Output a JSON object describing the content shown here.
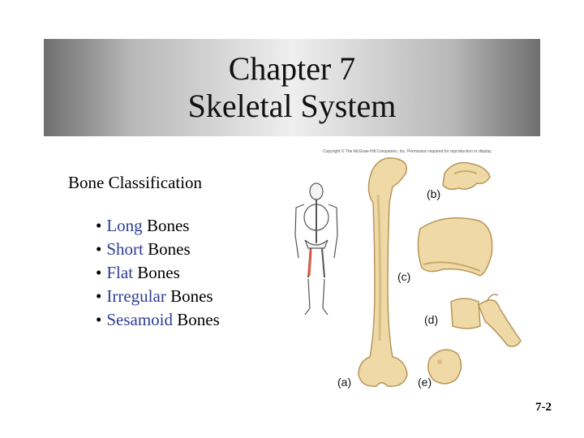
{
  "title": {
    "line1": "Chapter 7",
    "line2": "Skeletal System"
  },
  "section_heading": "Bone Classification",
  "bullet_char": "•",
  "classifications": [
    {
      "term": "Long",
      "suffix": " Bones"
    },
    {
      "term": "Short",
      "suffix": " Bones"
    },
    {
      "term": "Flat",
      "suffix": " Bones"
    },
    {
      "term": "Irregular",
      "suffix": " Bones"
    },
    {
      "term": "Sesamoid",
      "suffix": " Bones"
    }
  ],
  "figure": {
    "copyright": "Copyright © The McGraw-Hill Companies, Inc. Permission required for reproduction or display.",
    "labels": {
      "a": "(a)",
      "b": "(b)",
      "c": "(c)",
      "d": "(d)",
      "e": "(e)"
    }
  },
  "slide_number": "7-2",
  "colors": {
    "term_accent": "#2f3e94",
    "bone": "#efd9a6",
    "bone_shadow": "#c9a86a",
    "highlight_bone": "#d9583a"
  }
}
